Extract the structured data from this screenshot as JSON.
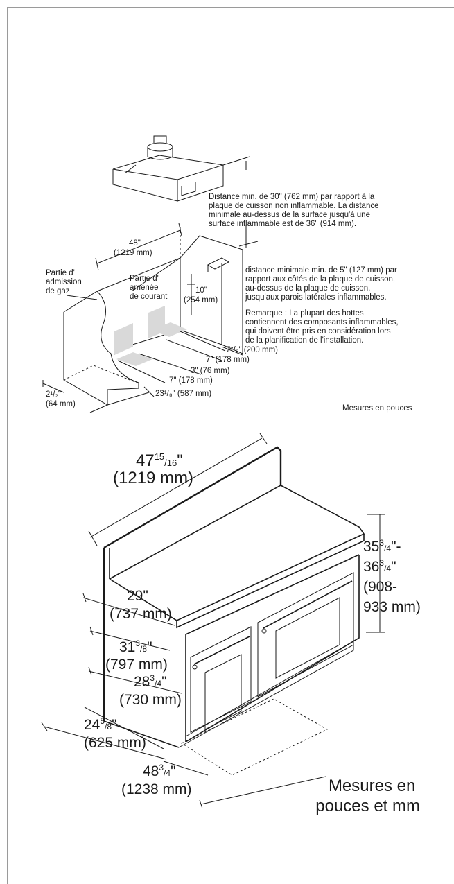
{
  "top_diagram": {
    "hood_note": [
      "Distance min. de 30\" (762 mm) par rapport à la",
      "plaque de cuisson non inflammable. La distance",
      "minimale au-dessus de la surface jusqu'à une",
      "surface inflammable est de 36\" (914 mm)."
    ],
    "width_48": [
      "48\"",
      "(1219 mm)"
    ],
    "gas_label": [
      "Partie d'",
      "admission",
      "de gaz"
    ],
    "power_label": [
      "Partie d'",
      "amenée",
      "de courant"
    ],
    "dim_10": [
      "10\"",
      "(254 mm)"
    ],
    "side_note": [
      "distance minimale min. de 5\" (127 mm) par",
      "rapport aux côtés de la plaque de cuisson,",
      "au-dessus de la plaque de cuisson,",
      "jusqu'aux parois latérales inflammables."
    ],
    "remark": [
      "Remarque : La plupart des hottes",
      "contiennent des composants inflammables,",
      "qui doivent être pris en considération lors",
      "de la planification de l'installation."
    ],
    "dim_7_78": "7⁷/₈\" (200 mm)",
    "dim_7a": "7\" (178 mm)",
    "dim_3": "3\" (76 mm)",
    "dim_7b": "7\" (178 mm)",
    "dim_23": "23¹/₈\" (587 mm)",
    "dim_2_12": [
      "2¹/₂\"",
      "(64 mm)"
    ],
    "units": "Mesures en pouces"
  },
  "bottom_diagram": {
    "width": [
      "47",
      "15",
      "/16",
      "\"",
      "(1219 mm)"
    ],
    "height": [
      "35",
      "3",
      "/4",
      "\"-",
      "36",
      "3",
      "/4",
      "\"",
      "(908-",
      "933 mm)"
    ],
    "d29": [
      "29\"",
      "(737 mm)"
    ],
    "d31": [
      "31",
      "3",
      "/8",
      "\"",
      "(797 mm)"
    ],
    "d28": [
      "28",
      "3",
      "/4",
      "\"",
      "(730 mm)"
    ],
    "d24": [
      "24",
      "5",
      "/8",
      "\"",
      "(625 mm)"
    ],
    "d48": [
      "48",
      "3",
      "/4",
      "\"",
      "(1238 mm)"
    ],
    "units": [
      "Mesures en",
      "pouces et mm"
    ]
  }
}
